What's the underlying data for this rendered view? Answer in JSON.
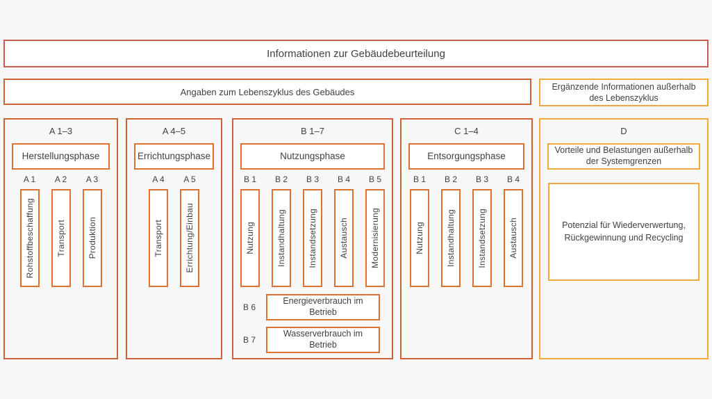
{
  "title": "Informationen zur Gebäudebeurteilung",
  "banners": {
    "lifecycle": "Angaben zum Lebenszyklus des Gebäudes",
    "supplementary": "Ergänzende Informationen außerhalb des Lebenszyklus"
  },
  "columns": [
    {
      "header": "A 1–3",
      "phase": "Herstellungsphase",
      "modules": [
        {
          "code": "A 1",
          "label": "Rohstoffbeschaffung"
        },
        {
          "code": "A 2",
          "label": "Transport"
        },
        {
          "code": "A 3",
          "label": "Produktion"
        }
      ]
    },
    {
      "header": "A 4–5",
      "phase": "Errichtungsphase",
      "modules": [
        {
          "code": "A 4",
          "label": "Transport"
        },
        {
          "code": "A 5",
          "label": "Errichtung/Einbau"
        }
      ]
    },
    {
      "header": "B 1–7",
      "phase": "Nutzungsphase",
      "modules": [
        {
          "code": "B 1",
          "label": "Nutzung"
        },
        {
          "code": "B 2",
          "label": "Instandhaltung"
        },
        {
          "code": "B 3",
          "label": "Instandsetzung"
        },
        {
          "code": "B 4",
          "label": "Austausch"
        },
        {
          "code": "B 5",
          "label": "Modernisierung"
        }
      ],
      "extras": [
        {
          "code": "B 6",
          "label": "Energieverbrauch im Betrieb"
        },
        {
          "code": "B 7",
          "label": "Wasserverbrauch im Betrieb"
        }
      ]
    },
    {
      "header": "C 1–4",
      "phase": "Entsorgungsphase",
      "modules": [
        {
          "code": "B 1",
          "label": "Nutzung"
        },
        {
          "code": "B 2",
          "label": "Instandhaltung"
        },
        {
          "code": "B 3",
          "label": "Instandsetzung"
        },
        {
          "code": "B 4",
          "label": "Austausch"
        }
      ]
    },
    {
      "header": "D",
      "phase": "Vorteile und Belastungen außerhalb der Systemgrenzen",
      "potential": "Potenzial für Wiederverwertung, Rückgewinnung und Recycling"
    }
  ],
  "colors": {
    "background": "#f7f7f7",
    "title_border": "#c75d50",
    "lifecycle_border": "#d4603a",
    "column_border": "#cd6137",
    "module_border": "#e0722f",
    "supplementary_border": "#f2a93c",
    "text": "#404040"
  }
}
